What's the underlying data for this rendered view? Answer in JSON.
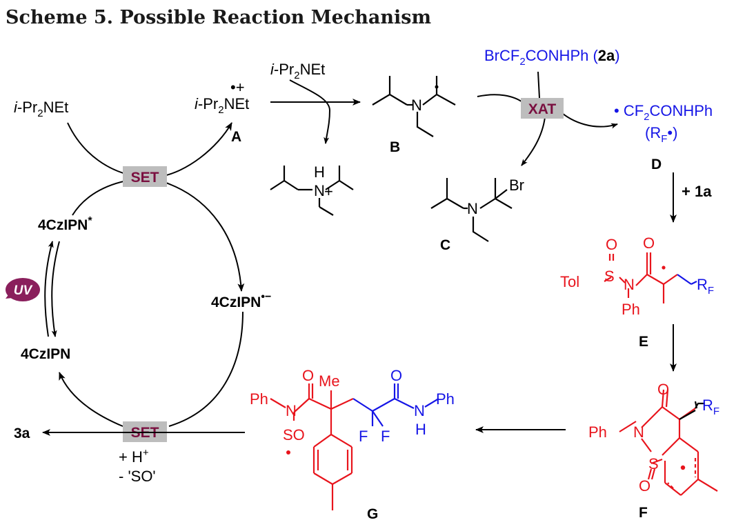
{
  "title": "Scheme 5. Possible Reaction Mechanism",
  "reagents": {
    "amine_left": "i-Pr2NEt",
    "amine_top": "i-Pr2NEt",
    "radical_cation": "i-Pr2NEt",
    "bromide": "BrCF2CONHPh (2a)",
    "rf_radical": "• CF2CONHPh",
    "rf_abbrev": "(RF•)",
    "plus_1a": "+ 1a",
    "bromine": "Br",
    "tol": "Tol",
    "ph": "Ph",
    "so": "SO",
    "h": "H"
  },
  "photocatalyst": {
    "excited": "4CzIPN*",
    "reduced": "4CzIPN•−",
    "ground": "4CzIPN",
    "light": "UV"
  },
  "steps": {
    "set_top": "SET",
    "set_bottom": "SET",
    "xat": "XAT",
    "h_plus": "+ H+",
    "minus_so": "- 'SO'",
    "product": "3a"
  },
  "compound_labels": [
    "A",
    "B",
    "C",
    "D",
    "E",
    "F",
    "G"
  ],
  "colors": {
    "title": "#1a1a1a",
    "reagent_blue": "#1515e6",
    "intermediate_red": "#e8141c",
    "box_gray": "#bdbdbd",
    "box_text": "#7a1040",
    "uv_purple": "#8a1f5c"
  }
}
